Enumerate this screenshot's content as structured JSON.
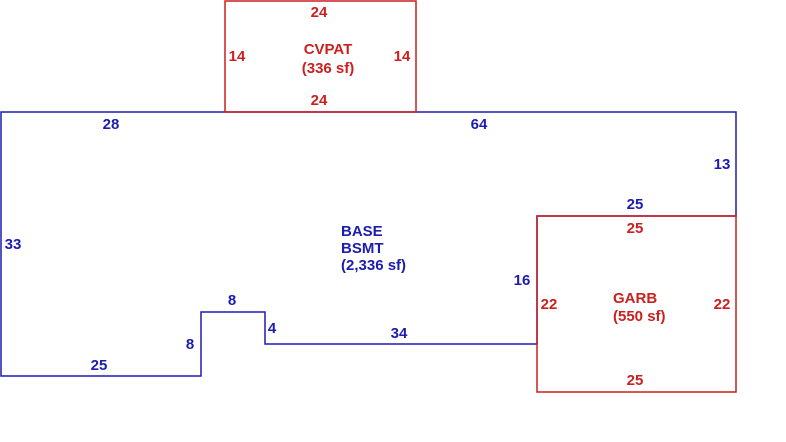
{
  "colors": {
    "base": "#1c1cb0",
    "addition": "#cc1f1f"
  },
  "areas": {
    "cvpat": {
      "name": "CVPAT",
      "area": "(336 sf)",
      "dims": {
        "top": "24",
        "bottom": "24",
        "left": "14",
        "right": "14"
      }
    },
    "base": {
      "name_line1": "BASE",
      "name_line2": "BSMT",
      "area": "(2,336 sf)",
      "dims": {
        "top_left": "28",
        "top_right": "64",
        "right_upper": "13",
        "mid_top": "25",
        "inner_right": "16",
        "bottom_mid": "34",
        "notch_right": "4",
        "notch_top": "8",
        "notch_left": "8",
        "bottom_left": "25",
        "left": "33"
      }
    },
    "garb": {
      "name": "GARB",
      "area": "(550 sf)",
      "dims": {
        "top": "25",
        "bottom": "25",
        "left": "22",
        "right": "22"
      }
    }
  }
}
